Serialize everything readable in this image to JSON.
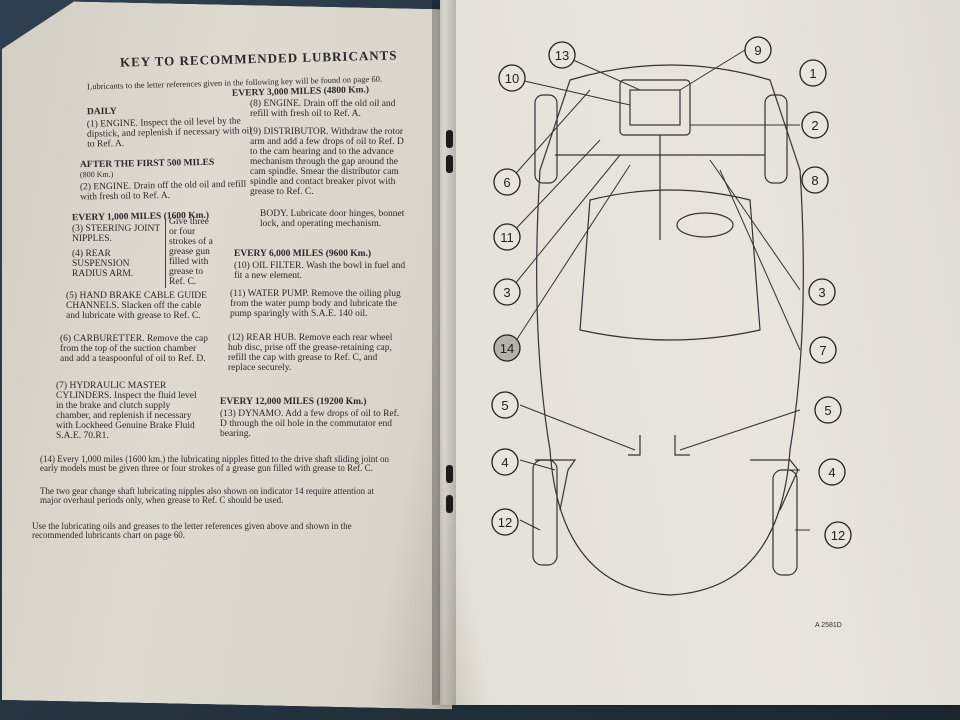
{
  "left_page": {
    "title": "KEY TO RECOMMENDED LUBRICANTS",
    "intro": "Lubricants to the letter references given in the following key will be found on page 60.",
    "sections": [
      {
        "heading": "DAILY",
        "items": [
          "(1) ENGINE. Inspect the oil level by the dipstick, and replenish if necessary with oil to Ref. A."
        ]
      },
      {
        "heading": "AFTER THE FIRST 500 MILES",
        "sub": "(800 Km.)",
        "items": [
          "(2) ENGINE. Drain off the old oil and refill with fresh oil to Ref. A."
        ]
      },
      {
        "heading": "EVERY 1,000 MILES (1600 Km.)",
        "items": [
          "(3) STEERING JOINT NIPPLES.",
          "(4) REAR SUSPENSION RADIUS ARM.",
          "Give three or four strokes of a grease gun filled with grease to Ref. C.",
          "(5) HAND BRAKE CABLE GUIDE CHANNELS. Slacken off the cable and lubricate with grease to Ref. C.",
          "(6) CARBURETTER. Remove the cap from the top of the suction chamber and add a teaspoonful of oil to Ref. D.",
          "(7) HYDRAULIC MASTER CYLINDERS. Inspect the fluid level in the brake and clutch supply chamber, and replenish if necessary with Lockheed Genuine Brake Fluid S.A.E. 70.R1."
        ]
      }
    ],
    "right_col": [
      {
        "heading": "EVERY 3,000 MILES (4800 Km.)",
        "items": [
          "(8) ENGINE. Drain off the old oil and refill with fresh oil to Ref. A.",
          "(9) DISTRIBUTOR. Withdraw the rotor arm and add a few drops of oil to Ref. D to the cam bearing and to the advance mechanism through the gap around the cam spindle. Smear the distributor cam spindle and contact breaker pivot with grease to Ref. C.",
          "BODY. Lubricate door hinges, bonnet lock, and operating mechanism."
        ]
      },
      {
        "heading": "EVERY 6,000 MILES (9600 Km.)",
        "items": [
          "(10) OIL FILTER. Wash the bowl in fuel and fit a new element.",
          "(11) WATER PUMP. Remove the oiling plug from the water pump body and lubricate the pump sparingly with S.A.E. 140 oil.",
          "(12) REAR HUB. Remove each rear wheel hub disc, prise off the grease-retaining cap, refill the cap with grease to Ref. C, and replace securely."
        ]
      },
      {
        "heading": "EVERY 12,000 MILES (19200 Km.)",
        "items": [
          "(13) DYNAMO. Add a few drops of oil to Ref. D through the oil hole in the commutator end bearing."
        ]
      }
    ],
    "footnotes": [
      "(14) Every 1,000 miles (1600 km.) the lubricating nipples fitted to the drive shaft sliding joint on early models must be given three or four strokes of a grease gun filled with grease to Ref. C.",
      "The two gear change shaft lubricating nipples also shown on indicator 14 require attention at major overhaul periods only, when grease to Ref. C should be used.",
      "Use the lubricating oils and greases to the letter references given above and shown in the recommended lubricants chart on page 60."
    ]
  },
  "right_page": {
    "callouts_left": [
      "13",
      "10",
      "6",
      "11",
      "3",
      "14",
      "5",
      "4",
      "12"
    ],
    "callouts_right": [
      "9",
      "1",
      "2",
      "8",
      "3",
      "7",
      "5",
      "4",
      "12"
    ],
    "figure_code": "A 2581D"
  }
}
